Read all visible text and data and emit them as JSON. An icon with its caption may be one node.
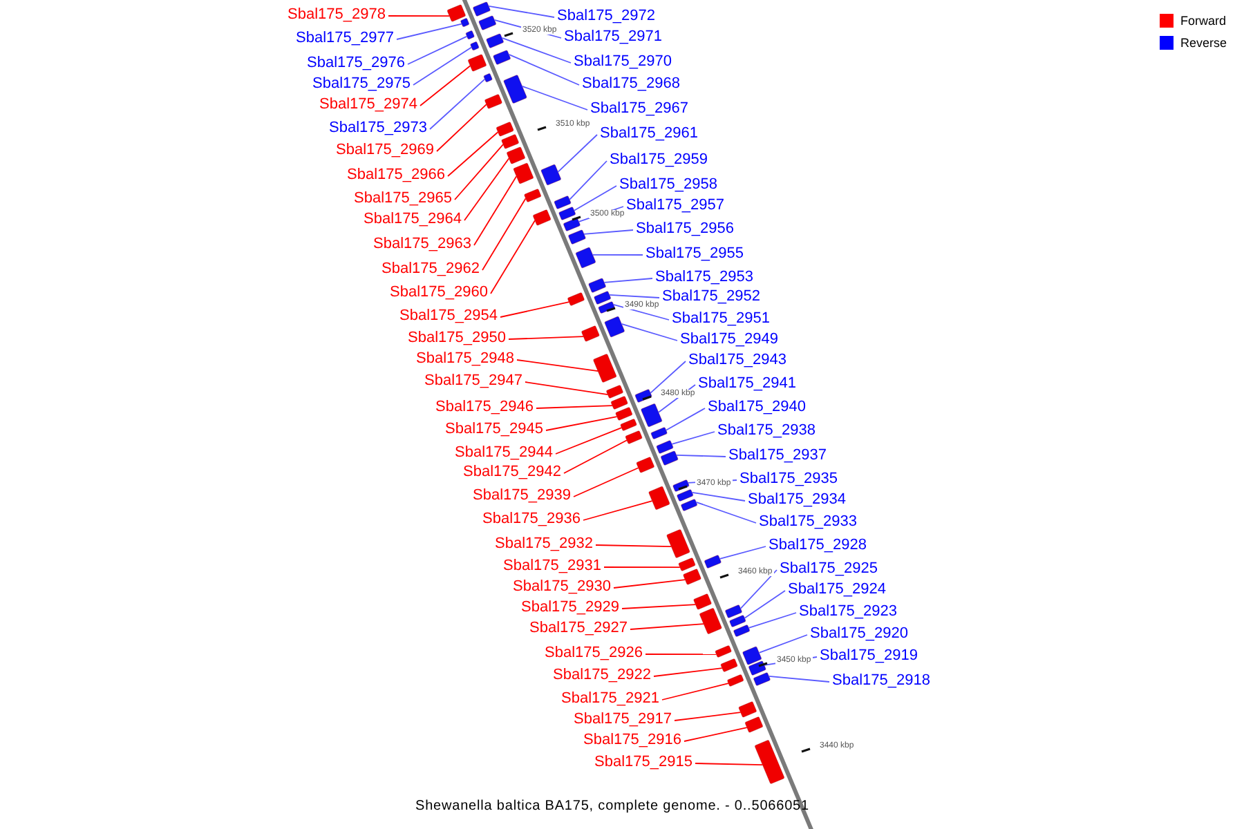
{
  "diagram": {
    "caption": "Shewanella baltica BA175, complete genome. - 0..5066051",
    "nodes": [
      {
        "text": [
          "Sbal175_2978"
        ]
      },
      {
        "text": [
          "Sbal175_2972"
        ]
      },
      {
        "text": [
          "Sbal175_2971"
        ]
      },
      {
        "text": [
          "Sbal175_2977"
        ]
      },
      {
        "text": [
          "Sbal175_2970"
        ]
      },
      {
        "text": [
          "Sbal175_2976"
        ]
      },
      {
        "text": [
          "Sbal175_2968"
        ]
      },
      {
        "text": [
          "Sbal175_2975"
        ]
      },
      {
        "text": [
          "Sbal175_2974"
        ]
      },
      {
        "text": [
          "Sbal175_2967"
        ]
      },
      {
        "text": [
          "Sbal175_2973"
        ]
      },
      {
        "text": [
          "Sbal175_2961"
        ]
      },
      {
        "text": [
          "Sbal175_2969"
        ]
      },
      {
        "text": [
          "Sbal175_2959"
        ]
      },
      {
        "text": [
          "Sbal175_2966"
        ]
      },
      {
        "text": [
          "Sbal175_2958"
        ]
      },
      {
        "text": [
          "Sbal175_2965"
        ]
      },
      {
        "text": [
          "Sbal175_2957"
        ]
      },
      {
        "text": [
          "Sbal175_2964"
        ]
      },
      {
        "text": [
          "Sbal175_2956"
        ]
      },
      {
        "text": [
          "Sbal175_2963"
        ]
      },
      {
        "text": [
          "Sbal175_2955"
        ]
      },
      {
        "text": [
          "Sbal175_2962"
        ]
      },
      {
        "text": [
          "Sbal175_2953"
        ]
      },
      {
        "text": [
          "Sbal175_2960"
        ]
      },
      {
        "text": [
          "Sbal175_2952"
        ]
      },
      {
        "text": [
          "Sbal175_2954"
        ]
      },
      {
        "text": [
          "Sbal175_2951"
        ]
      },
      {
        "text": [
          "Sbal175_2950"
        ]
      },
      {
        "text": [
          "Sbal175_2949"
        ]
      },
      {
        "text": [
          "Sbal175_2948"
        ]
      },
      {
        "text": [
          "Sbal175_2943"
        ]
      },
      {
        "text": [
          "Sbal175_2947"
        ]
      },
      {
        "text": [
          "Sbal175_2941"
        ]
      },
      {
        "text": [
          "Sbal175_2946"
        ]
      },
      {
        "text": [
          "Sbal175_2940"
        ]
      },
      {
        "text": [
          "Sbal175_2945"
        ]
      },
      {
        "text": [
          "Sbal175_2938"
        ]
      },
      {
        "text": [
          "Sbal175_2944"
        ]
      },
      {
        "text": [
          "Sbal175_2937"
        ]
      },
      {
        "text": [
          "Sbal175_2942"
        ]
      },
      {
        "text": [
          "Sbal175_2935"
        ]
      },
      {
        "text": [
          "Sbal175_2939"
        ]
      },
      {
        "text": [
          "Sbal175_2934"
        ]
      },
      {
        "text": [
          "Sbal175_2936"
        ]
      },
      {
        "text": [
          "Sbal175_2933"
        ]
      },
      {
        "text": [
          "Sbal175_2932"
        ]
      },
      {
        "text": [
          "Sbal175_2928"
        ]
      },
      {
        "text": [
          "Sbal175_2931"
        ]
      },
      {
        "text": [
          "Sbal175_2925"
        ]
      },
      {
        "text": [
          "Sbal175_2930"
        ]
      },
      {
        "text": [
          "Sbal175_2924"
        ]
      },
      {
        "text": [
          "Sbal175_2929"
        ]
      },
      {
        "text": [
          "Sbal175_2923"
        ]
      },
      {
        "text": [
          "Sbal175_2927"
        ]
      },
      {
        "text": [
          "Sbal175_2920"
        ]
      },
      {
        "text": [
          "Sbal175_2926"
        ]
      },
      {
        "text": [
          "Sbal175_2919"
        ]
      },
      {
        "text": [
          "Sbal175_2922"
        ]
      },
      {
        "text": [
          "Sbal175_2918"
        ]
      },
      {
        "text": [
          "Sbal175_2921"
        ]
      },
      {
        "text": [
          "Sbal175_2917"
        ]
      },
      {
        "text": [
          "Sbal175_2916"
        ]
      },
      {
        "text": [
          "Sbal175_2915"
        ]
      },
      {
        "text": [],
        "shape": "bar"
      },
      {
        "text": [],
        "shape": "bar"
      },
      {
        "text": [],
        "shape": "bar"
      },
      {
        "text": [],
        "shape": "bar"
      },
      {
        "text": [],
        "shape": "bar"
      },
      {
        "text": [],
        "shape": "bar"
      },
      {
        "text": [],
        "shape": "bar"
      },
      {
        "text": [],
        "shape": "bar"
      },
      {
        "text": [],
        "shape": "bar"
      },
      {
        "text": [],
        "shape": "bar"
      },
      {
        "text": [],
        "shape": "bar"
      },
      {
        "text": [],
        "shape": "bar"
      },
      {
        "text": [],
        "shape": "bar"
      },
      {
        "text": [],
        "shape": "bar"
      },
      {
        "text": [],
        "shape": "bar"
      },
      {
        "text": [],
        "shape": "bar"
      },
      {
        "text": [],
        "shape": "bar"
      },
      {
        "text": [],
        "shape": "bar"
      },
      {
        "text": [],
        "shape": "bar"
      },
      {
        "text": [],
        "shape": "bar"
      },
      {
        "text": [],
        "shape": "bar"
      },
      {
        "text": [],
        "shape": "bar"
      },
      {
        "text": [],
        "shape": "bar"
      },
      {
        "text": [],
        "shape": "bar"
      },
      {
        "text": [],
        "shape": "bar"
      },
      {
        "text": [],
        "shape": "bar"
      },
      {
        "text": [],
        "shape": "bar"
      },
      {
        "text": [],
        "shape": "bar"
      },
      {
        "text": [],
        "shape": "bar"
      },
      {
        "text": [],
        "shape": "bar"
      },
      {
        "text": [],
        "shape": "bar"
      },
      {
        "text": [],
        "shape": "bar"
      },
      {
        "text": [],
        "shape": "bar"
      },
      {
        "text": [],
        "shape": "bar"
      },
      {
        "text": [],
        "shape": "bar"
      },
      {
        "text": [],
        "shape": "bar"
      },
      {
        "text": [],
        "shape": "bar"
      },
      {
        "text": [],
        "shape": "bar"
      },
      {
        "text": [],
        "shape": "bar"
      },
      {
        "text": [],
        "shape": "bar"
      },
      {
        "text": [],
        "shape": "bar"
      },
      {
        "text": [],
        "shape": "bar"
      },
      {
        "text": [],
        "shape": "bar"
      },
      {
        "text": [],
        "shape": "bar"
      },
      {
        "text": [],
        "shape": "bar"
      },
      {
        "text": [],
        "shape": "bar"
      },
      {
        "text": [],
        "shape": "bar"
      },
      {
        "text": [],
        "shape": "bar"
      },
      {
        "text": [],
        "shape": "bar"
      },
      {
        "text": [],
        "shape": "bar"
      },
      {
        "text": [],
        "shape": "bar"
      },
      {
        "text": [],
        "shape": "bar"
      },
      {
        "text": [],
        "shape": "bar"
      },
      {
        "text": [],
        "shape": "bar"
      },
      {
        "text": [],
        "shape": "bar"
      },
      {
        "text": [],
        "shape": "bar"
      },
      {
        "text": [],
        "shape": "bar"
      },
      {
        "text": [],
        "shape": "bar"
      },
      {
        "text": [],
        "shape": "bar"
      },
      {
        "text": [],
        "shape": "bar"
      },
      {
        "text": [],
        "shape": "bar"
      },
      {
        "text": [],
        "shape": "bar"
      },
      {
        "text": [],
        "shape": "bar"
      },
      {
        "text": [],
        "shape": "bar"
      }
    ],
    "edges": [
      {
        "from": 0,
        "to": 64,
        "arrow": "none",
        "color": "#ff0000"
      },
      {
        "from": 1,
        "to": 65,
        "arrow": "none"
      },
      {
        "from": 2,
        "to": 66,
        "arrow": "none"
      },
      {
        "from": 3,
        "to": 67,
        "arrow": "none"
      },
      {
        "from": 4,
        "to": 68,
        "arrow": "none"
      },
      {
        "from": 5,
        "to": 69,
        "arrow": "none"
      },
      {
        "from": 6,
        "to": 70,
        "arrow": "none"
      },
      {
        "from": 7,
        "to": 71,
        "arrow": "none"
      },
      {
        "from": 8,
        "to": 72,
        "arrow": "none",
        "color": "#ff0000"
      },
      {
        "from": 9,
        "to": 73,
        "arrow": "none"
      },
      {
        "from": 10,
        "to": 74,
        "arrow": "none"
      },
      {
        "from": 11,
        "to": 75,
        "arrow": "none"
      },
      {
        "from": 12,
        "to": 76,
        "arrow": "none",
        "color": "#ff0000"
      },
      {
        "from": 13,
        "to": 77,
        "arrow": "none"
      },
      {
        "from": 14,
        "to": 78,
        "arrow": "none",
        "color": "#ff0000"
      },
      {
        "from": 15,
        "to": 79,
        "arrow": "none"
      },
      {
        "from": 16,
        "to": 80,
        "arrow": "none",
        "color": "#ff0000"
      },
      {
        "from": 17,
        "to": 81,
        "arrow": "none"
      },
      {
        "from": 18,
        "to": 82,
        "arrow": "none",
        "color": "#ff0000"
      },
      {
        "from": 19,
        "to": 83,
        "arrow": "none"
      },
      {
        "from": 20,
        "to": 84,
        "arrow": "none",
        "color": "#ff0000"
      },
      {
        "from": 21,
        "to": 85,
        "arrow": "none"
      },
      {
        "from": 22,
        "to": 86,
        "arrow": "none",
        "color": "#ff0000"
      },
      {
        "from": 23,
        "to": 87,
        "arrow": "none"
      },
      {
        "from": 24,
        "to": 88,
        "arrow": "none",
        "color": "#ff0000"
      },
      {
        "from": 25,
        "to": 89,
        "arrow": "none"
      },
      {
        "from": 26,
        "to": 90,
        "arrow": "none",
        "color": "#ff0000"
      },
      {
        "from": 27,
        "to": 91,
        "arrow": "none"
      },
      {
        "from": 28,
        "to": 92,
        "arrow": "none",
        "color": "#ff0000"
      },
      {
        "from": 29,
        "to": 93,
        "arrow": "none"
      },
      {
        "from": 30,
        "to": 94,
        "arrow": "none",
        "color": "#ff0000"
      },
      {
        "from": 31,
        "to": 95,
        "arrow": "none"
      },
      {
        "from": 32,
        "to": 96,
        "arrow": "none",
        "color": "#ff0000"
      },
      {
        "from": 33,
        "to": 97,
        "arrow": "none"
      },
      {
        "from": 34,
        "to": 98,
        "arrow": "none",
        "color": "#ff0000"
      },
      {
        "from": 35,
        "to": 99,
        "arrow": "none"
      },
      {
        "from": 36,
        "to": 100,
        "arrow": "none",
        "color": "#ff0000"
      },
      {
        "from": 37,
        "to": 101,
        "arrow": "none"
      },
      {
        "from": 38,
        "to": 102,
        "arrow": "none",
        "color": "#ff0000"
      },
      {
        "from": 39,
        "to": 103,
        "arrow": "none"
      },
      {
        "from": 40,
        "to": 104,
        "arrow": "none",
        "color": "#ff0000"
      },
      {
        "from": 41,
        "to": 105,
        "arrow": "none"
      },
      {
        "from": 42,
        "to": 106,
        "arrow": "none",
        "color": "#ff0000"
      },
      {
        "from": 43,
        "to": 107,
        "arrow": "none"
      },
      {
        "from": 44,
        "to": 108,
        "arrow": "none",
        "color": "#ff0000"
      },
      {
        "from": 45,
        "to": 109,
        "arrow": "none"
      },
      {
        "from": 46,
        "to": 110,
        "arrow": "none",
        "color": "#ff0000"
      },
      {
        "from": 47,
        "to": 111,
        "arrow": "none"
      },
      {
        "from": 48,
        "to": 112,
        "arrow": "none",
        "color": "#ff0000"
      },
      {
        "from": 49,
        "to": 113,
        "arrow": "none"
      },
      {
        "from": 50,
        "to": 114,
        "arrow": "none",
        "color": "#ff0000"
      },
      {
        "from": 51,
        "to": 115,
        "arrow": "none"
      },
      {
        "from": 52,
        "to": 116,
        "arrow": "none",
        "color": "#ff0000"
      },
      {
        "from": 53,
        "to": 117,
        "arrow": "none"
      },
      {
        "from": 54,
        "to": 118,
        "arrow": "none",
        "color": "#ff0000"
      },
      {
        "from": 55,
        "to": 119,
        "arrow": "none"
      },
      {
        "from": 56,
        "to": 120,
        "arrow": "none",
        "color": "#ff0000"
      },
      {
        "from": 57,
        "to": 121,
        "arrow": "none"
      },
      {
        "from": 58,
        "to": 122,
        "arrow": "none",
        "color": "#ff0000"
      },
      {
        "from": 59,
        "to": 123,
        "arrow": "none"
      },
      {
        "from": 60,
        "to": 124,
        "arrow": "none",
        "color": "#ff0000"
      },
      {
        "from": 61,
        "to": 125,
        "arrow": "none",
        "color": "#ff0000"
      },
      {
        "from": 62,
        "to": 126,
        "arrow": "none",
        "color": "#ff0000"
      },
      {
        "from": 63,
        "to": 127,
        "arrow": "none",
        "color": "#ff0000"
      }
    ],
    "labels": [
      "3520 kbp",
      "3510 kbp",
      "3500 kbp",
      "3490 kbp",
      "3480 kbp",
      "3470 kbp",
      "3460 kbp",
      "3450 kbp",
      "3440 kbp"
    ],
    "legend": [
      {
        "text": "Forward",
        "color": "#ff0000"
      },
      {
        "text": "Reverse",
        "color": "#0000ff"
      }
    ]
  }
}
